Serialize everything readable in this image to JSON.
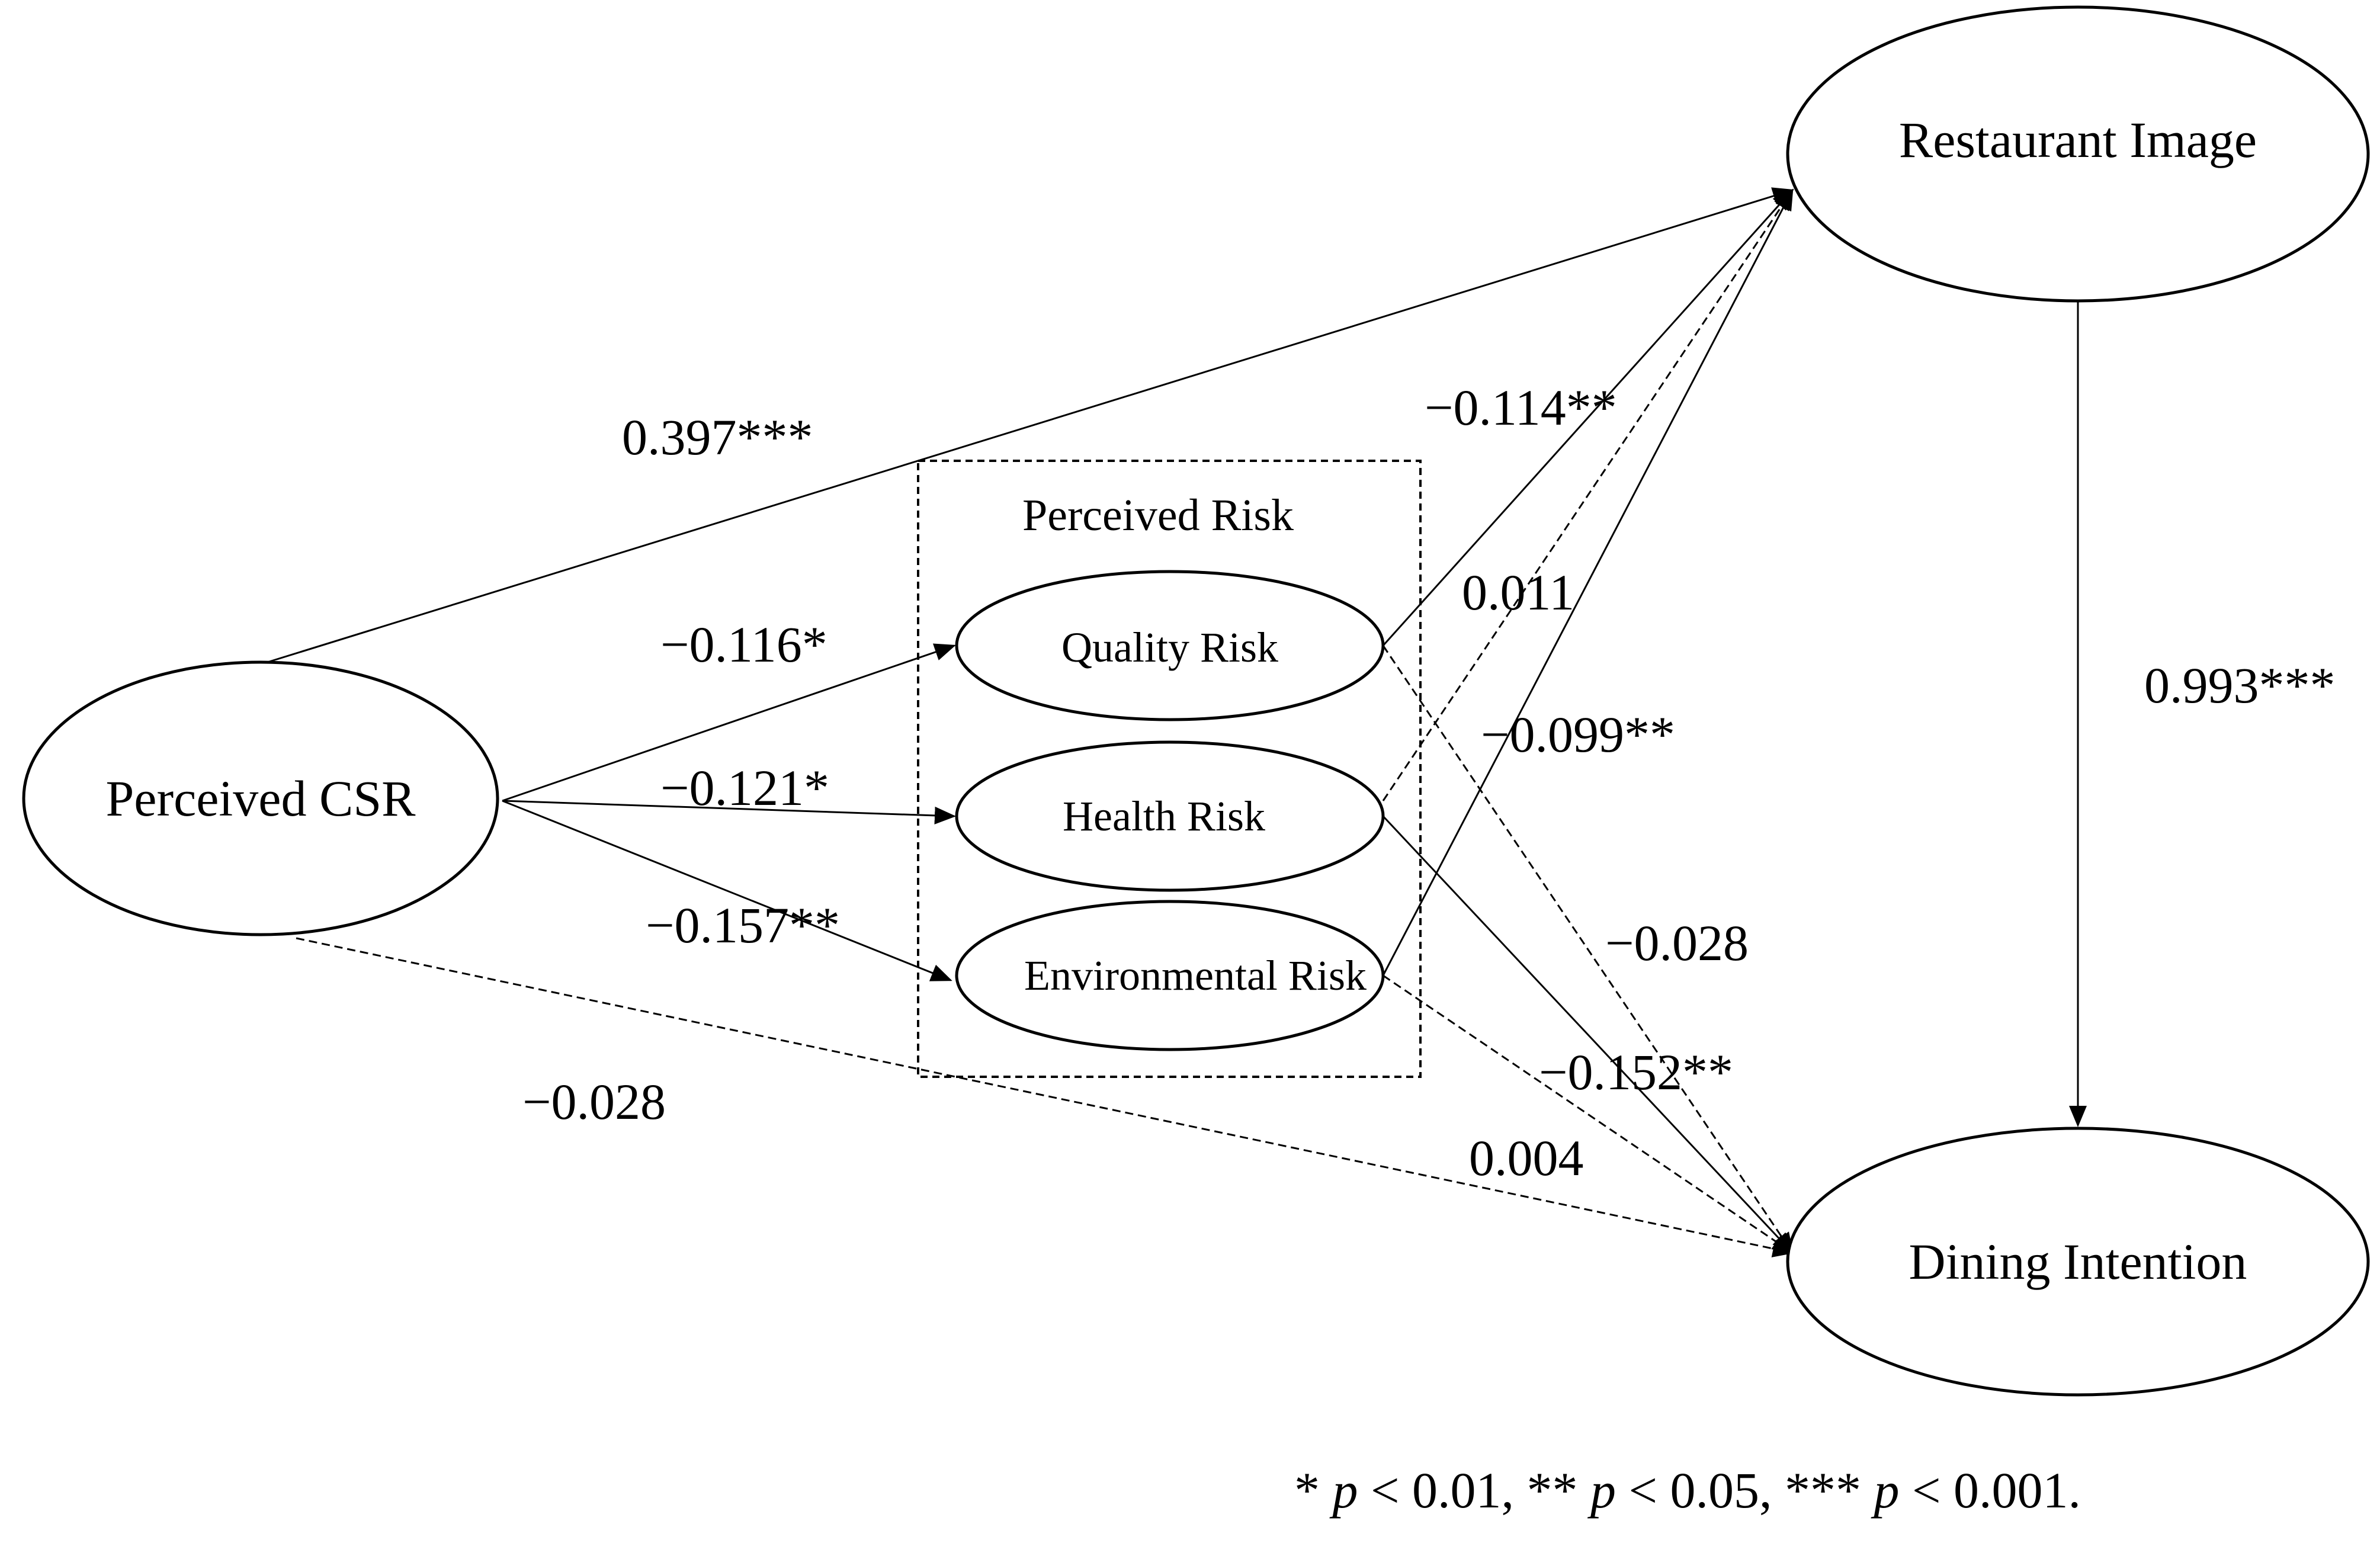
{
  "diagram": {
    "group": {
      "label": "Perceived Risk"
    },
    "nodes": {
      "csr": {
        "label": "Perceived CSR"
      },
      "image": {
        "label": "Restaurant Image"
      },
      "intention": {
        "label": "Dining Intention"
      },
      "quality": {
        "label": "Quality Risk"
      },
      "health": {
        "label": "Health Risk"
      },
      "environmental": {
        "label": "Environmental Risk"
      }
    },
    "edges": {
      "csr_image": {
        "from": "Perceived CSR",
        "to": "Restaurant Image",
        "coefficient": "0.397***",
        "style": "solid"
      },
      "csr_quality": {
        "from": "Perceived CSR",
        "to": "Quality Risk",
        "coefficient": "−0.116*",
        "style": "solid"
      },
      "csr_health": {
        "from": "Perceived CSR",
        "to": "Health Risk",
        "coefficient": "−0.121*",
        "style": "solid"
      },
      "csr_environmental": {
        "from": "Perceived CSR",
        "to": "Environmental Risk",
        "coefficient": "−0.157**",
        "style": "solid"
      },
      "csr_intention": {
        "from": "Perceived CSR",
        "to": "Dining Intention",
        "coefficient": "−0.028",
        "style": "dashed"
      },
      "quality_image": {
        "from": "Quality Risk",
        "to": "Restaurant Image",
        "coefficient": "−0.114**",
        "style": "solid"
      },
      "health_image": {
        "from": "Health Risk",
        "to": "Restaurant Image",
        "coefficient": "0.011",
        "style": "dashed"
      },
      "environmental_image": {
        "from": "Environmental Risk",
        "to": "Restaurant Image",
        "coefficient": "−0.099**",
        "style": "solid"
      },
      "quality_intention": {
        "from": "Quality Risk",
        "to": "Dining Intention",
        "coefficient": "−0.028",
        "style": "dashed"
      },
      "health_intention": {
        "from": "Health Risk",
        "to": "Dining Intention",
        "coefficient": "−0.152**",
        "style": "solid"
      },
      "environmental_intention": {
        "from": "Environmental Risk",
        "to": "Dining Intention",
        "coefficient": "0.004",
        "style": "dashed"
      },
      "image_intention": {
        "from": "Restaurant Image",
        "to": "Dining Intention",
        "coefficient": "0.993***",
        "style": "solid"
      }
    },
    "footnote": {
      "part1": "* ",
      "p": "p",
      "part2": " < 0.01, ** ",
      "part3": " < 0.05, *** ",
      "part4": " < 0.001."
    }
  }
}
